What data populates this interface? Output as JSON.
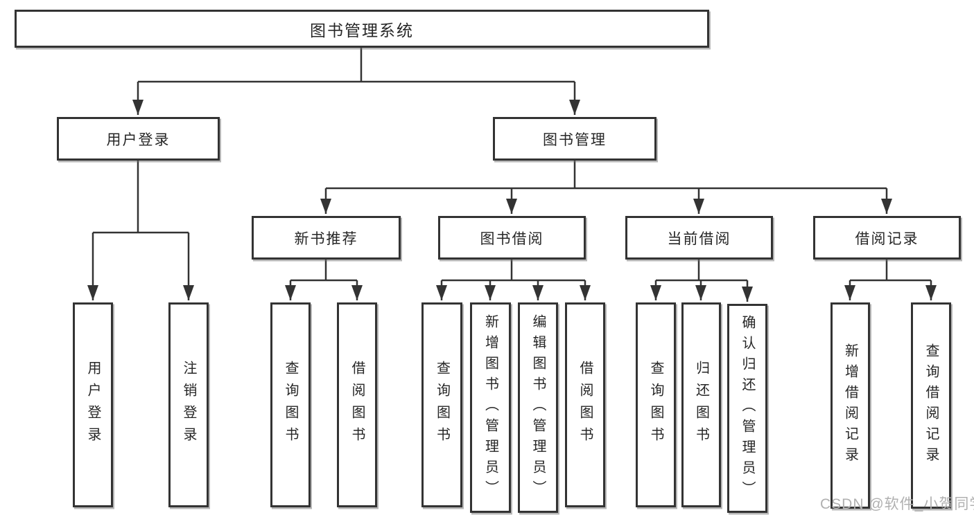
{
  "diagram": {
    "root": {
      "label": "图书管理系统"
    },
    "branches": [
      {
        "label": "用户登录",
        "children": [
          {
            "label": "用户登录"
          },
          {
            "label": "注销登录"
          }
        ]
      },
      {
        "label": "图书管理",
        "children": [
          {
            "label": "新书推荐",
            "children": [
              {
                "label": "查询图书"
              },
              {
                "label": "借阅图书"
              }
            ]
          },
          {
            "label": "图书借阅",
            "children": [
              {
                "label": "查询图书"
              },
              {
                "label": "新增图书（管理员）"
              },
              {
                "label": "编辑图书（管理员）"
              },
              {
                "label": "借阅图书"
              }
            ]
          },
          {
            "label": "当前借阅",
            "children": [
              {
                "label": "查询图书"
              },
              {
                "label": "归还图书"
              },
              {
                "label": "确认归还（管理员）"
              }
            ]
          },
          {
            "label": "借阅记录",
            "children": [
              {
                "label": "新增借阅记录"
              },
              {
                "label": "查询借阅记录"
              }
            ]
          }
        ]
      }
    ]
  },
  "watermark": {
    "text": "CSDN @软件_小贺同学"
  },
  "colors": {
    "line": "#333333",
    "box_border": "#333333",
    "text": "#262626",
    "watermark": "#b0b0b0",
    "background": "#ffffff"
  }
}
